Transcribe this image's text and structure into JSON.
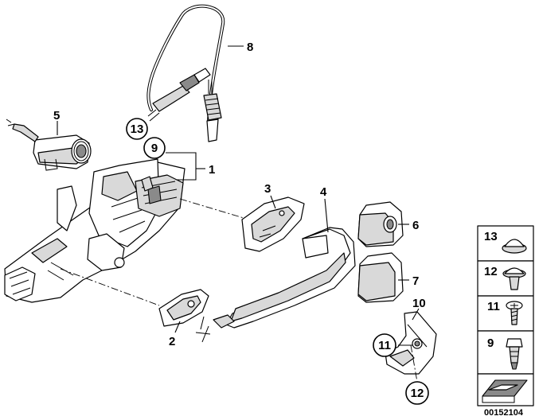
{
  "callouts": {
    "n1": "1",
    "n2": "2",
    "n3": "3",
    "n4": "4",
    "n5": "5",
    "n6": "6",
    "n7": "7",
    "n8": "8",
    "n9": "9",
    "n10": "10",
    "n11": "11",
    "n12": "12",
    "n13": "13"
  },
  "legend": {
    "items": [
      "13",
      "12",
      "11",
      "9"
    ]
  },
  "diagram_id": "00152104"
}
